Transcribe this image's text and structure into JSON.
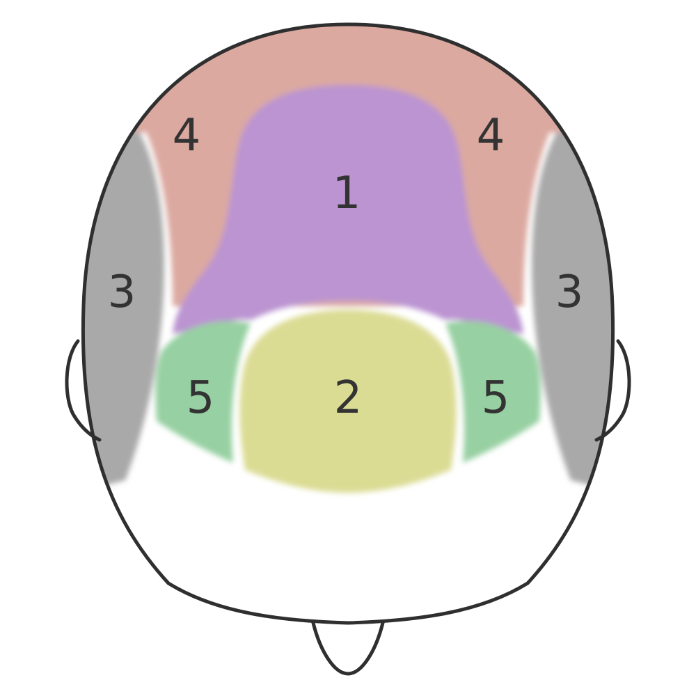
{
  "colors": {
    "zone_1": "#bb94d1",
    "zone_2": "#dbdc94",
    "zone_3": "#a9a9a9",
    "zone_4": "#dba9a0",
    "zone_5": "#97d0a2",
    "outline": "#2f2f2f",
    "label": "#333333",
    "background": "#ffffff"
  },
  "zones": {
    "zone_1": {
      "label": "1"
    },
    "zone_2": {
      "label": "2"
    },
    "zone_3_left": {
      "label": "3"
    },
    "zone_3_right": {
      "label": "3"
    },
    "zone_4_left": {
      "label": "4"
    },
    "zone_4_right": {
      "label": "4"
    },
    "zone_5_left": {
      "label": "5"
    },
    "zone_5_right": {
      "label": "5"
    }
  }
}
